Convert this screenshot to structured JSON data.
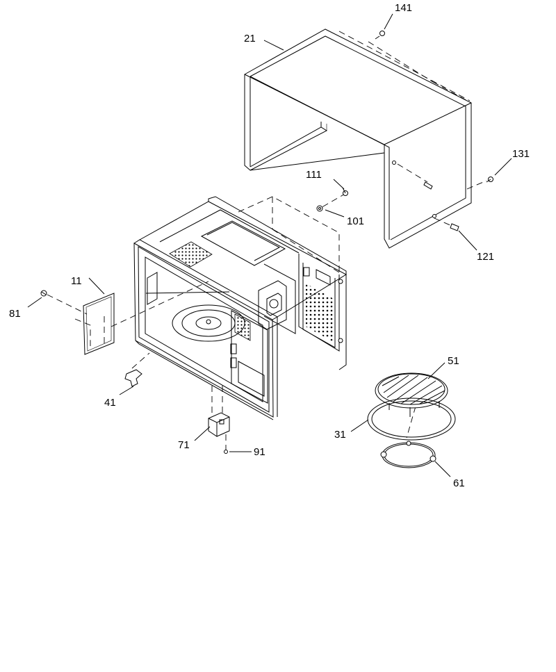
{
  "callouts": [
    {
      "id": "141",
      "text": "141"
    },
    {
      "id": "21",
      "text": "21"
    },
    {
      "id": "131",
      "text": "131"
    },
    {
      "id": "111",
      "text": "111"
    },
    {
      "id": "101",
      "text": "101"
    },
    {
      "id": "121",
      "text": "121"
    },
    {
      "id": "11",
      "text": "11"
    },
    {
      "id": "81",
      "text": "81"
    },
    {
      "id": "51",
      "text": "51"
    },
    {
      "id": "41",
      "text": "41"
    },
    {
      "id": "31",
      "text": "31"
    },
    {
      "id": "71",
      "text": "71"
    },
    {
      "id": "91",
      "text": "91"
    },
    {
      "id": "61",
      "text": "61"
    }
  ]
}
